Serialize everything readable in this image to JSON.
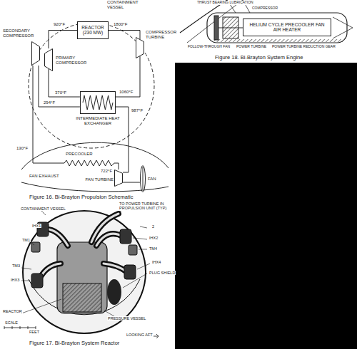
{
  "diagram": {
    "nodes": [
      {
        "text": [
          "CONTAINMENT VESSEL"
        ]
      },
      {
        "text": [
          "REACTOR (230 MW)"
        ],
        "in": 0
      },
      {
        "text": [
          "SECONDARY COMPRESSOR"
        ]
      },
      {
        "text": [
          "PRIMARY COMPRESSOR"
        ],
        "in": 0
      },
      {
        "text": [
          "COMPRESSOR TURBINE"
        ]
      },
      {
        "text": [
          "INTERMEDIATE HEAT EXCHANGER"
        ],
        "in": 0
      },
      {
        "text": [
          "PRECOOLER"
        ]
      },
      {
        "text": [
          "FAN TURBINE"
        ]
      },
      {
        "text": [
          "FAN"
        ]
      },
      {
        "text": [
          "HELIUM CYCLE PRECOOLER FAN AIR HEATER"
        ]
      }
    ],
    "edges": [
      {
        "from": 3,
        "to": 1,
        "label": "920°F",
        "arrow": "none"
      },
      {
        "from": 1,
        "to": 4,
        "label": "1800°F",
        "arrow": "none"
      },
      {
        "from": 4,
        "to": 5,
        "label": "1060°F",
        "arrow": "none"
      },
      {
        "from": 5,
        "to": 3,
        "label": "370°F",
        "arrow": "none"
      },
      {
        "from": 2,
        "to": 5,
        "label": "294°F",
        "arrow": "none"
      },
      {
        "from": 5,
        "to": 7,
        "label": "987°F",
        "arrow": "none"
      },
      {
        "from": 7,
        "to": 6,
        "label": "722°F",
        "arrow": "none"
      },
      {
        "from": 6,
        "to": 2,
        "label": "130°F",
        "arrow": "none"
      },
      {
        "from": 7,
        "to": 8,
        "arrow": "none"
      }
    ],
    "labels": [
      "FAN EXHAUST",
      "Figure 16. Bi-Brayton Propulsion Schematic",
      "THRUST BEARING LUBRICATION",
      "COMPRESSOR",
      "FOLLOW-THROUGH FAN",
      "POWER TURBINE",
      "POWER TURBINE REDUCTION GEAR",
      "Figure 18. Bi-Brayton System Engine",
      "CONTAINMENT VESSEL",
      "IHX1",
      "TM1",
      "TM3",
      "IHX3",
      "REACTOR",
      "TO POWER TURBINE IN PROPULSION UNIT (TYP)",
      "2",
      "IHX2",
      "TM4",
      "IHX4",
      "PLUG SHIELD",
      "PRESSURE VESSEL",
      "LOOKING AFT",
      "SCALE",
      "FEET",
      "Figure 17. Bi-Brayton System Reactor"
    ]
  }
}
